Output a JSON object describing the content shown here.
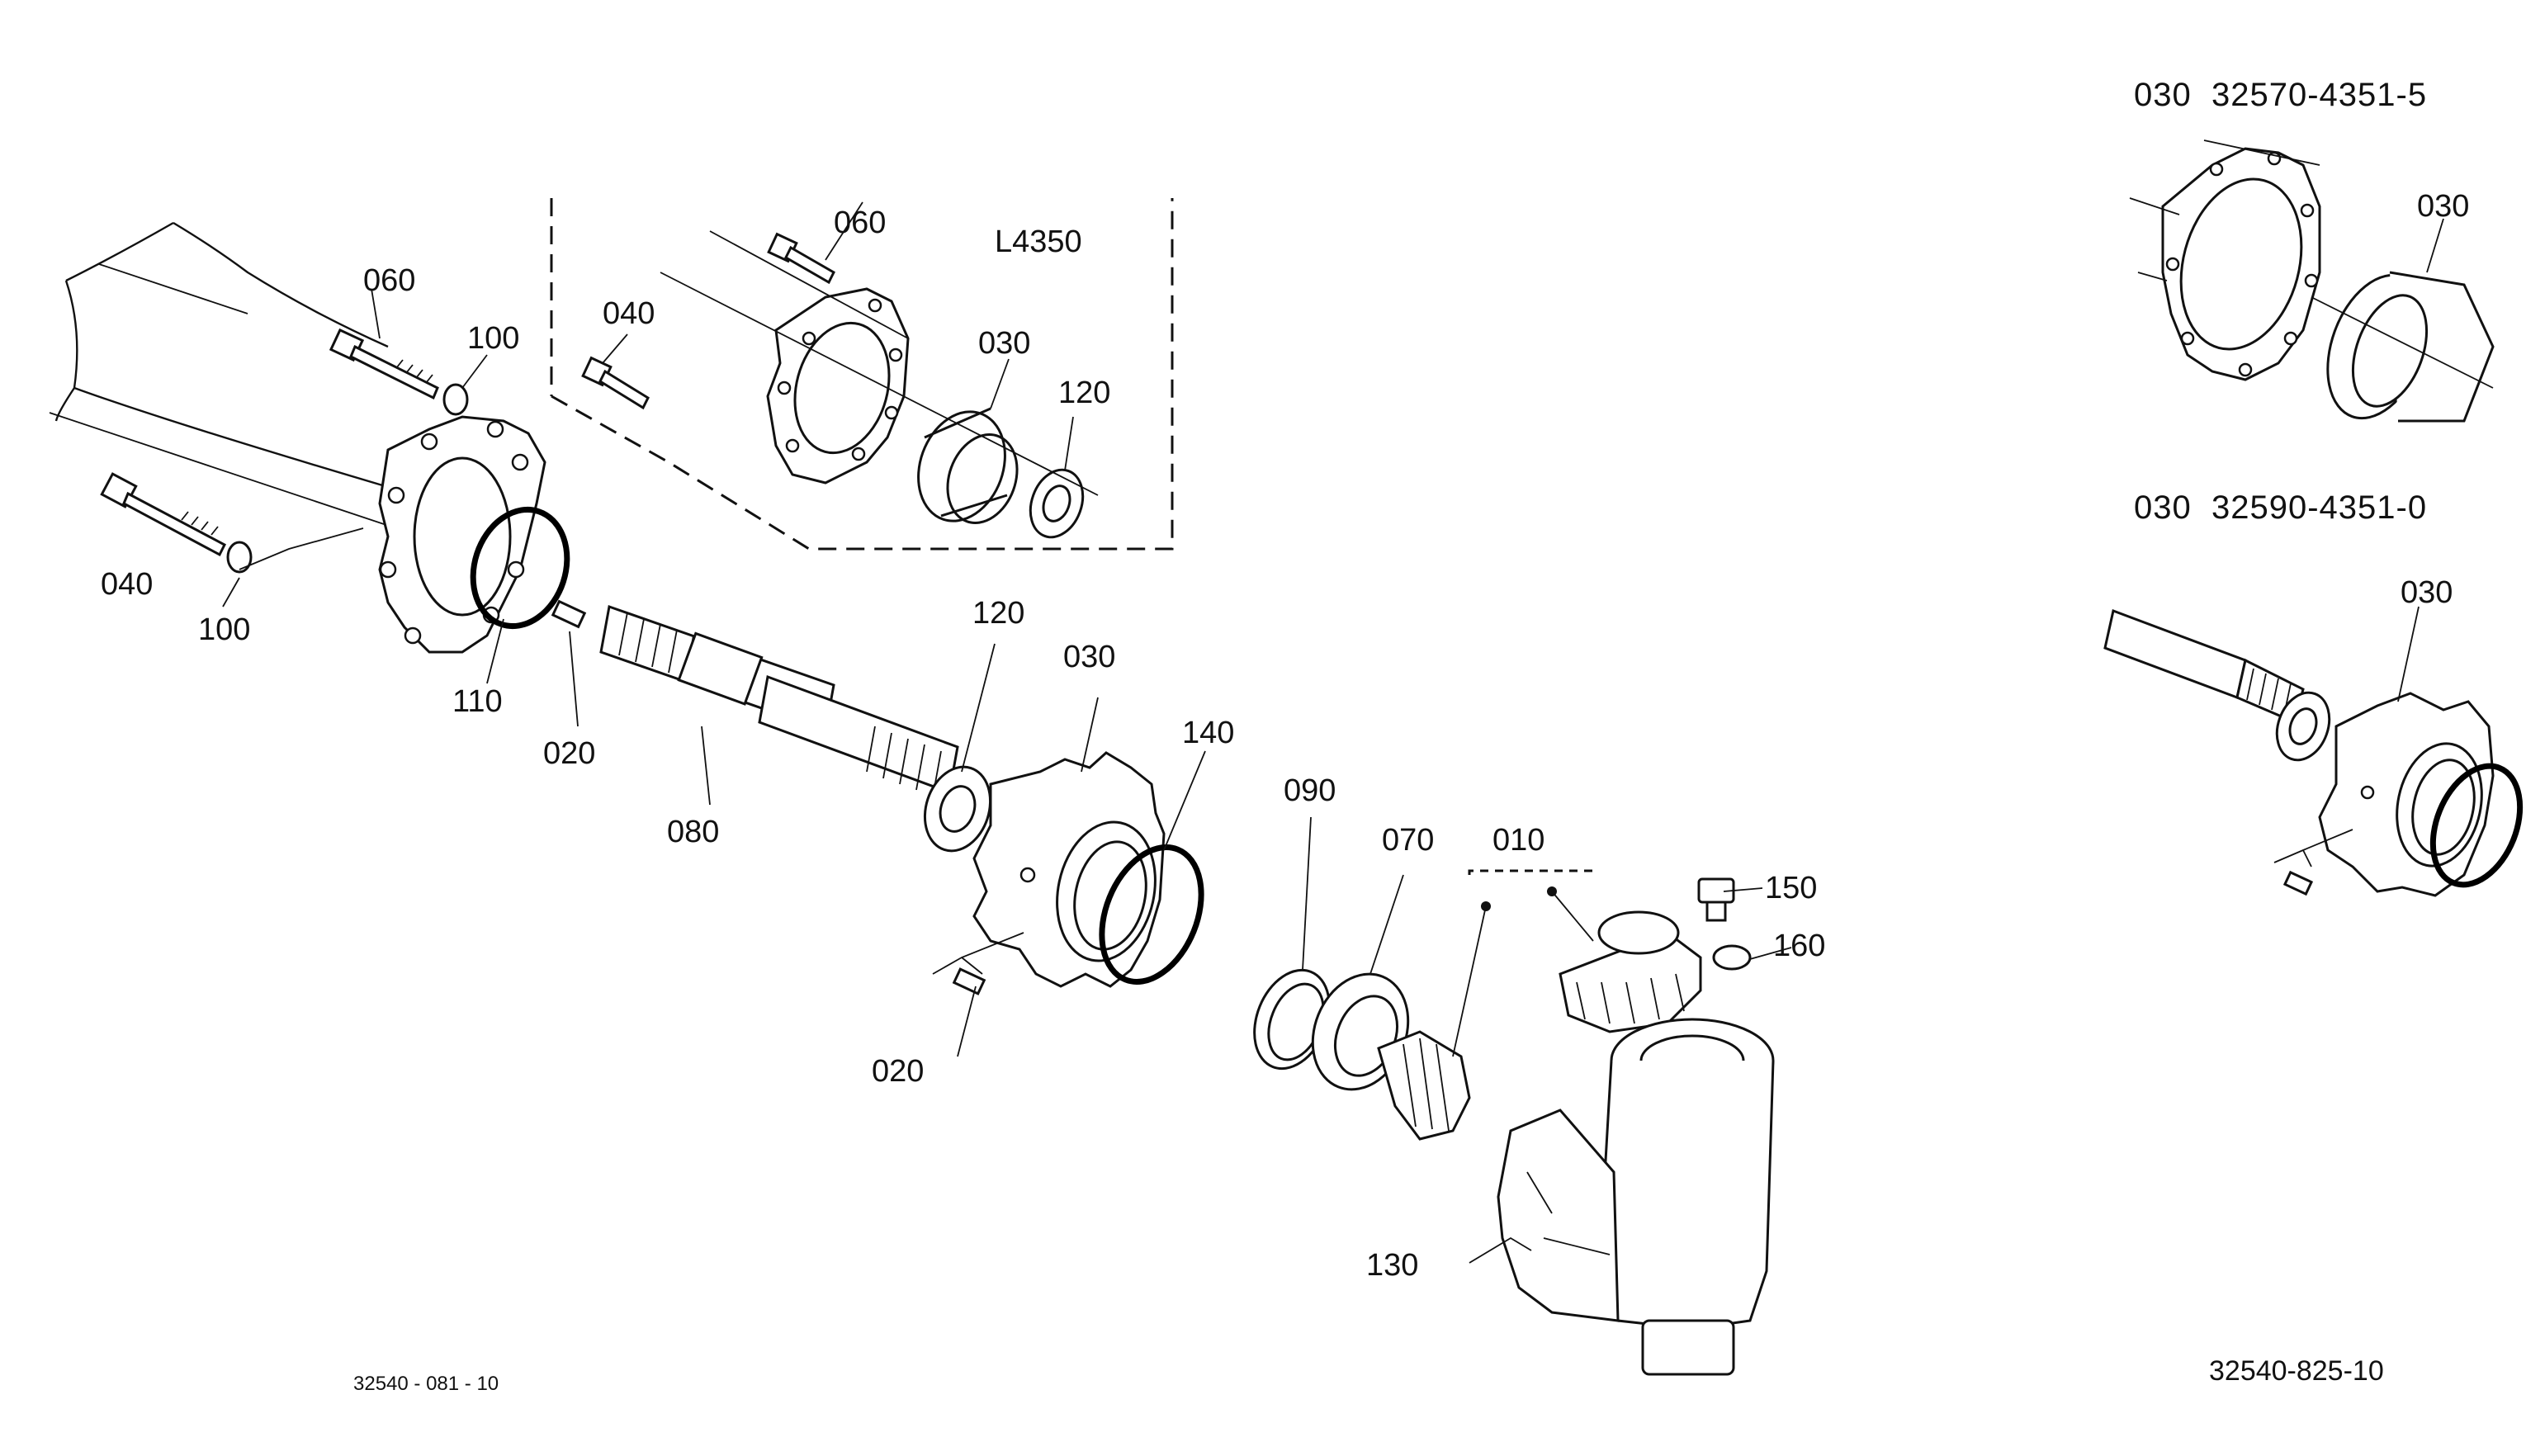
{
  "labels": {
    "c_060": "060",
    "c_100a": "100",
    "c_040": "040",
    "c_100b": "100",
    "c_110": "110",
    "c_020a": "020",
    "c_080": "080",
    "c_120": "120",
    "c_030": "030",
    "c_140": "140",
    "c_090": "090",
    "c_070": "070",
    "c_010": "010",
    "c_150": "150",
    "c_160": "160",
    "c_020b": "020",
    "c_130": "130",
    "inset_model": "L4350",
    "inset_060": "060",
    "inset_040": "040",
    "inset_030": "030",
    "inset_120": "120",
    "v1_title": "030  32570-4351-5",
    "v1_030": "030",
    "v2_title": "030  32590-4351-0",
    "v2_030": "030",
    "ref_left": "32540 - 081 - 10",
    "ref_right": "32540-825-10"
  }
}
